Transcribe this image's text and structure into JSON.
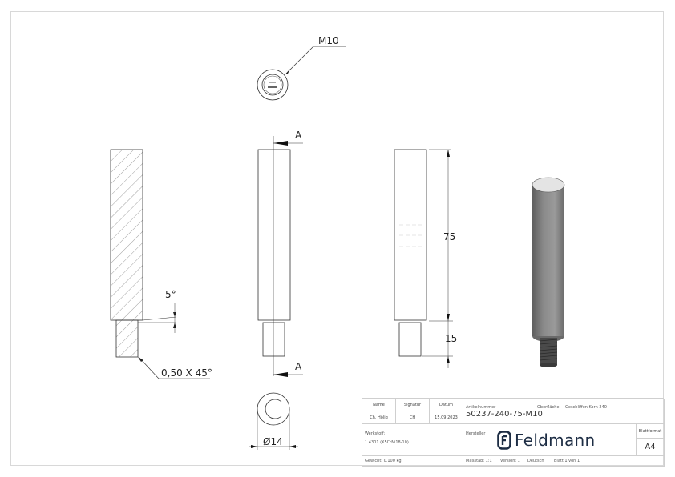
{
  "drawing": {
    "top_callout": "M10",
    "section_label_top": "A",
    "section_label_bottom": "A",
    "angle_label": "5°",
    "chamfer_label": "0,50 X 45°",
    "length_main": "75",
    "length_thread": "15",
    "diameter": "Ø14"
  },
  "title_block": {
    "name_header": "Name",
    "signature_header": "Signatur",
    "date_header": "Datum",
    "name_value": "Ch. Hölig",
    "signature_value": "CH",
    "date_value": "15.09.2023",
    "article_label": "Artikelnummer",
    "article_number": "50237-240-75-M10",
    "surface_label": "Oberfläche:",
    "surface_value": "Geschliffen Korn 240",
    "material_label": "Werkstoff:",
    "material_value": "1.4301 (X5CrNi18-10)",
    "manufacturer_label": "Hersteller",
    "manufacturer_name": "Feldmann",
    "format_label": "Blattformat",
    "format_value": "A4",
    "weight": "Gewicht: 0.100 kg",
    "scale": "Maßstab: 1:1",
    "version": "Version: 1",
    "language": "Deutsch",
    "sheet": "Blatt 1 von 1"
  },
  "colors": {
    "line": "#333333",
    "frame": "#d8d8d8",
    "logo": "#1d2d44",
    "iso_body": "#7a7a7a"
  }
}
